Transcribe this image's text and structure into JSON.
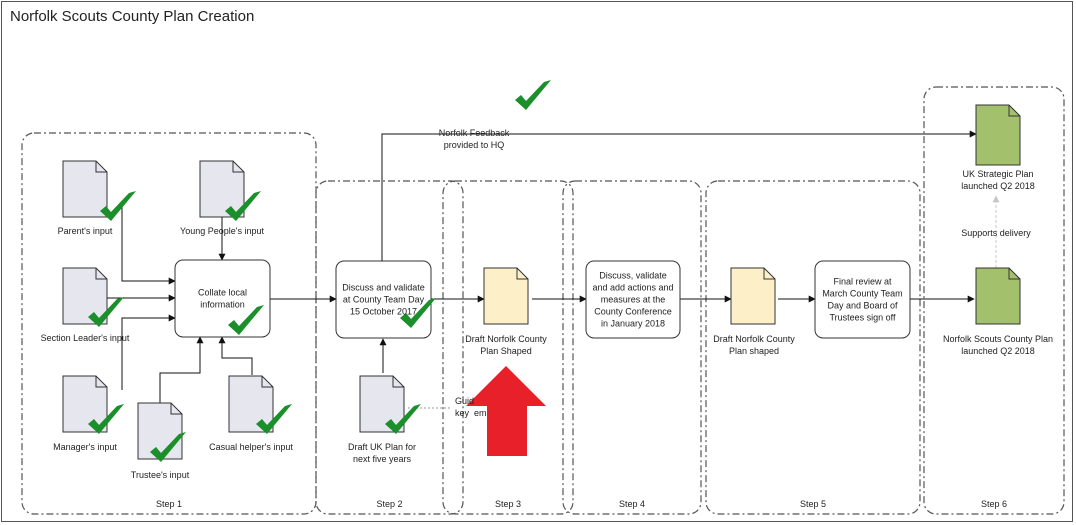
{
  "title": "Norfolk Scouts County Plan Creation",
  "colors": {
    "doc_grey": "#e6e6ee",
    "doc_yellow": "#fdf0c8",
    "doc_green": "#a3c06d",
    "check": "#1a8f2a",
    "arrow_red": "#e8202a",
    "stroke": "#333333",
    "dashed": "#555555",
    "dotted": "#999999"
  },
  "steps": {
    "s1": "Step 1",
    "s2": "Step 2",
    "s3": "Step 3",
    "s4": "Step 4",
    "s5": "Step 5",
    "s6": "Step 6"
  },
  "docs": {
    "parents": [
      "Parent's input"
    ],
    "young": [
      "Young People's input"
    ],
    "section": [
      "Section Leader's input"
    ],
    "manager": [
      "Manager's input"
    ],
    "trustee": [
      "Trustee's input"
    ],
    "casual": [
      "Casual helper's input"
    ],
    "draft_uk": [
      "Draft UK Plan for",
      "next five years"
    ],
    "draft_norfolk3": [
      "Draft Norfolk County",
      "Plan Shaped"
    ],
    "draft_norfolk5": [
      "Draft Norfolk County",
      "Plan shaped"
    ],
    "uk_strategic": [
      "UK Strategic Plan",
      "launched Q2 2018"
    ],
    "norfolk_plan": [
      "Norfolk Scouts County Plan",
      "launched Q2 2018"
    ]
  },
  "processes": {
    "collate": [
      "Collate local",
      "information"
    ],
    "discuss2": [
      "Discuss and validate",
      "at County Team Day",
      "15 October 2017"
    ],
    "discuss4": [
      "Discuss, validate",
      "and add actions and",
      "measures at the",
      "County Conference",
      "in January 2018"
    ],
    "final": [
      "Final review at",
      "March County Team",
      "Day and Board of",
      "Trustees sign off"
    ]
  },
  "labels": {
    "feedback": [
      "Norfolk Feedback",
      "provided to HQ"
    ],
    "supports": "Supports delivery",
    "guide": [
      "Guid",
      "key"
    ],
    "guide_tail": "em"
  }
}
